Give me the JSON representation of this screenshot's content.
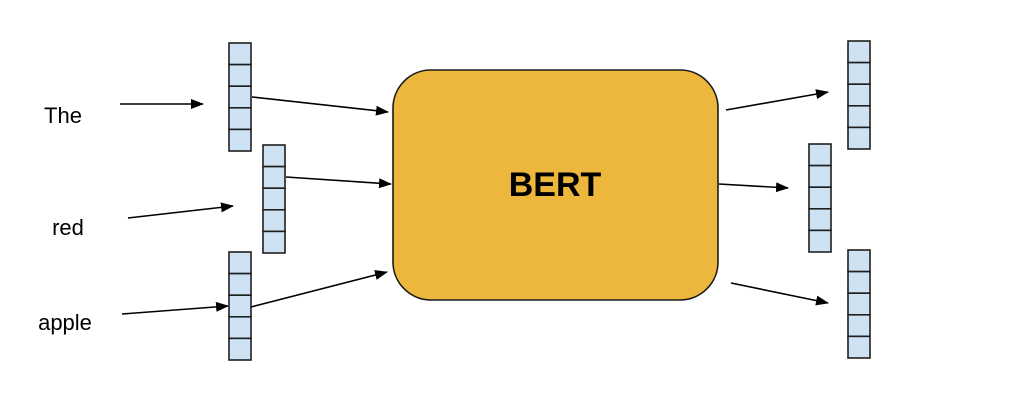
{
  "diagram": {
    "input_words": [
      {
        "label": "The"
      },
      {
        "label": "red"
      },
      {
        "label": "apple"
      }
    ],
    "model": {
      "label": "BERT"
    },
    "input_vectors": [
      {
        "name": "input-vector-the",
        "cells": 5
      },
      {
        "name": "input-vector-red",
        "cells": 5
      },
      {
        "name": "input-vector-apple",
        "cells": 5
      }
    ],
    "output_vectors": [
      {
        "name": "output-vector-top",
        "cells": 5
      },
      {
        "name": "output-vector-middle",
        "cells": 5
      },
      {
        "name": "output-vector-bottom",
        "cells": 5
      }
    ],
    "colors": {
      "vector_cell_fill": "#cfe2f3",
      "vector_cell_stroke": "#1f1f1f",
      "model_fill": "#edb63c",
      "model_stroke": "#1a1a1a",
      "arrow": "#000000",
      "text": "#000000",
      "background": "#ffffff"
    }
  }
}
